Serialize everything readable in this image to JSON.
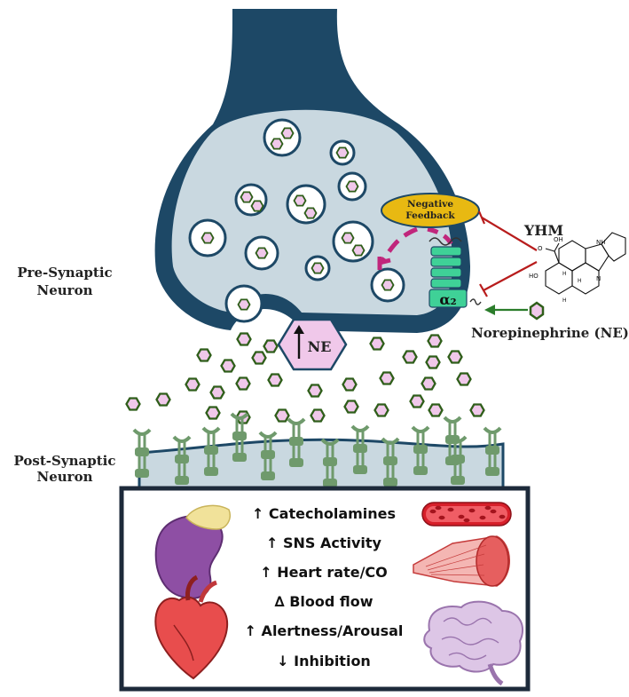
{
  "labels": {
    "pre_synaptic": [
      "Pre-Synaptic",
      "Neuron"
    ],
    "post_synaptic": [
      "Post-Synaptic",
      "Neuron"
    ],
    "negative_feedback": [
      "Negative",
      "Feedback"
    ],
    "yhm": "YHM",
    "norepinephrine": "Norepinephrine (NE)",
    "alpha2": "α₂",
    "ne_badge": "NE"
  },
  "molecule_atoms": {
    "nh": "NH",
    "oh": "OH",
    "o": "O",
    "ho": "HO",
    "h1": "H",
    "h2": "H",
    "h3": "H",
    "n": "N"
  },
  "effects": [
    "↑ Catecholamines",
    "↑ SNS Activity",
    "↑ Heart rate/CO",
    "∆  Blood flow",
    "↑ Alertness/Arousal",
    "↓ Inhibition"
  ],
  "colors": {
    "neuron_dark": "#1d4866",
    "neuron_fill": "#c9d8e0",
    "ne_fill": "#f0c8ea",
    "ne_stroke": "#2f5e1a",
    "receptor": "#6f9a6c",
    "alpha2": "#3fd197",
    "feedback": "#e8b912",
    "dash": "#c0267c",
    "inhibit": "#b81c1c",
    "agonist": "#2b7d2b"
  }
}
